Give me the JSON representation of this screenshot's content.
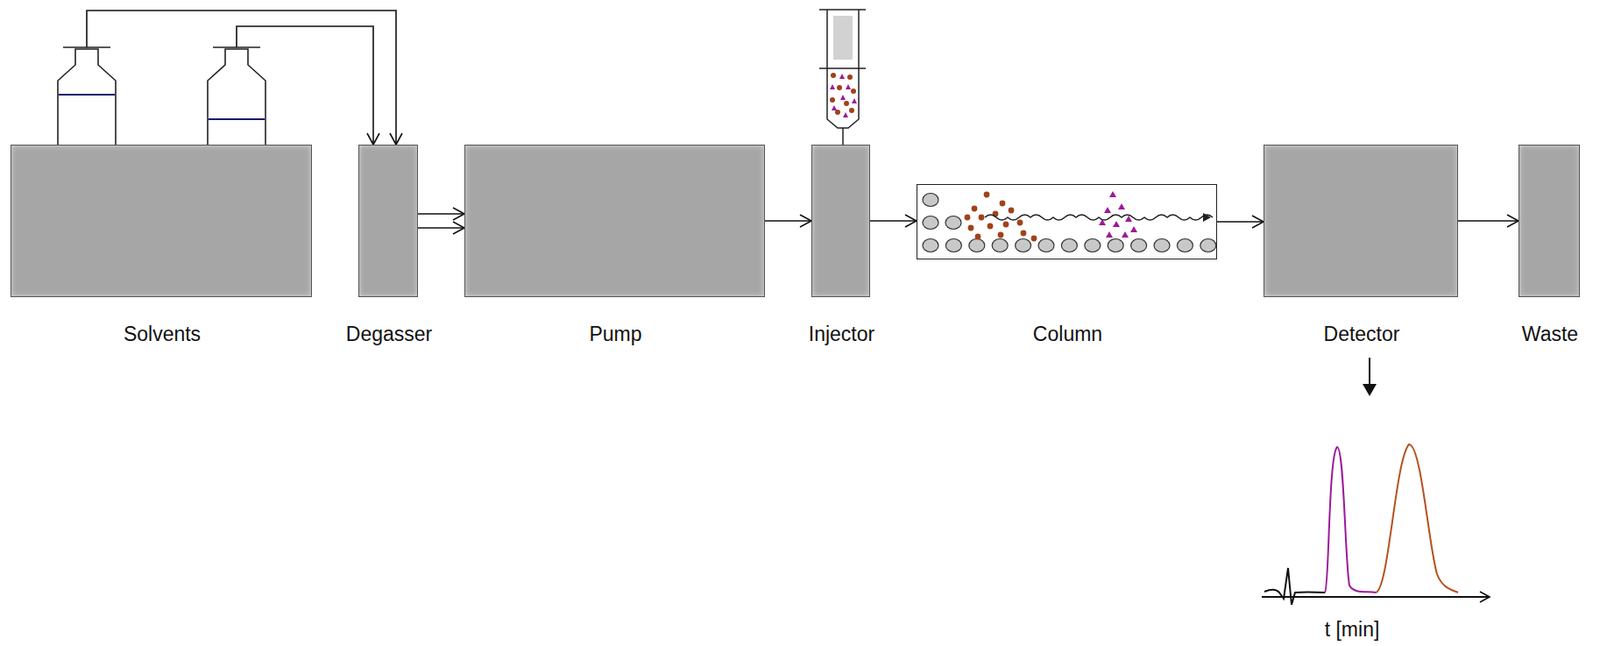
{
  "diagram": {
    "nodes": [
      {
        "text": [
          "Solvents"
        ]
      },
      {
        "text": [
          "Degasser"
        ]
      },
      {
        "text": [
          "Pump"
        ]
      },
      {
        "text": [
          "Injector"
        ]
      },
      {
        "text": [
          "Column"
        ]
      },
      {
        "text": [
          "Detector"
        ]
      },
      {
        "text": [
          "Waste"
        ]
      }
    ],
    "edges": [
      {
        "from": 0,
        "to": 1,
        "arrow": "to"
      },
      {
        "from": 0,
        "to": 1,
        "arrow": "to"
      },
      {
        "from": 1,
        "to": 2,
        "arrow": "to"
      },
      {
        "from": 1,
        "to": 2,
        "arrow": "to"
      },
      {
        "from": 2,
        "to": 3,
        "arrow": "to"
      },
      {
        "from": 3,
        "to": 4,
        "arrow": "to"
      },
      {
        "from": 4,
        "to": 5,
        "arrow": "to"
      },
      {
        "from": 5,
        "to": 6,
        "arrow": "to"
      }
    ],
    "labels": [
      "t [min]"
    ]
  }
}
